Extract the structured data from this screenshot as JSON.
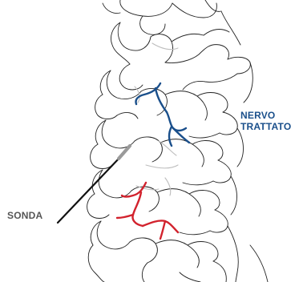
{
  "labels": {
    "nerve_line1": "NERVO",
    "nerve_line2": "TRATTATO",
    "probe": "SONDA"
  },
  "colors": {
    "outline": "#222222",
    "faint_outline": "#bdbdbd",
    "treated_nerve": "#1a4f8b",
    "target_nerve": "#d2222d",
    "probe": "#111111",
    "probe_tip": "#9a9a9a"
  }
}
